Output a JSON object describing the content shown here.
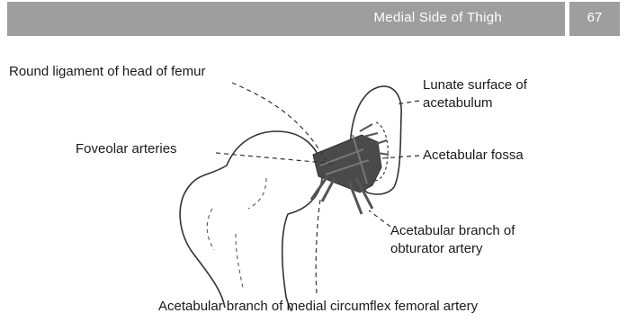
{
  "header": {
    "title": "Medial Side of Thigh",
    "page_number": "67"
  },
  "labels": {
    "round_ligament": "Round ligament of head of femur",
    "lunate_line1": "Lunate surface of",
    "lunate_line2": "acetabulum",
    "foveolar": "Foveolar arteries",
    "acetabular_fossa": "Acetabular fossa",
    "obturator_line1": "Acetabular branch of",
    "obturator_line2": "obturator artery",
    "medial_circumflex": "Acetabular branch of medial circumflex femoral artery"
  },
  "colors": {
    "header_bg": "#9e9e9e",
    "ligament_fill": "#4a4a4a",
    "outline": "#333333"
  }
}
